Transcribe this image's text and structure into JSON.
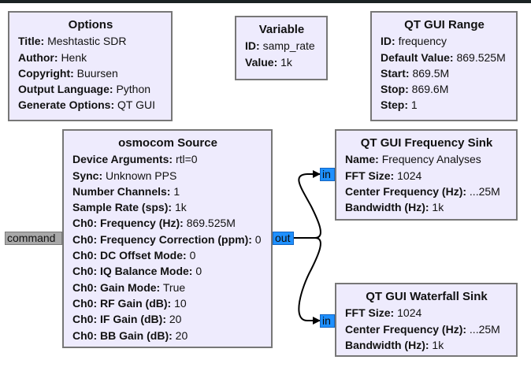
{
  "blocks": {
    "options": {
      "title": "Options",
      "params": [
        {
          "key": "Title:",
          "value": "Meshtastic SDR"
        },
        {
          "key": "Author:",
          "value": "Henk"
        },
        {
          "key": "Copyright:",
          "value": "Buursen"
        },
        {
          "key": "Output Language:",
          "value": "Python"
        },
        {
          "key": "Generate Options:",
          "value": "QT GUI"
        }
      ]
    },
    "variable": {
      "title": "Variable",
      "params": [
        {
          "key": "ID:",
          "value": "samp_rate"
        },
        {
          "key": "Value:",
          "value": "1k"
        }
      ]
    },
    "range": {
      "title": "QT GUI Range",
      "params": [
        {
          "key": "ID:",
          "value": "frequency"
        },
        {
          "key": "Default Value:",
          "value": "869.525M"
        },
        {
          "key": "Start:",
          "value": "869.5M"
        },
        {
          "key": "Stop:",
          "value": "869.6M"
        },
        {
          "key": "Step:",
          "value": "1"
        }
      ]
    },
    "osmocom": {
      "title": "osmocom Source",
      "params": [
        {
          "key": "Device Arguments:",
          "value": "rtl=0"
        },
        {
          "key": "Sync:",
          "value": "Unknown PPS"
        },
        {
          "key": "Number Channels:",
          "value": "1"
        },
        {
          "key": "Sample Rate (sps):",
          "value": "1k"
        },
        {
          "key": "Ch0: Frequency (Hz):",
          "value": "869.525M"
        },
        {
          "key": "Ch0: Frequency Correction (ppm):",
          "value": "0"
        },
        {
          "key": "Ch0: DC Offset Mode:",
          "value": "0"
        },
        {
          "key": "Ch0: IQ Balance Mode:",
          "value": "0"
        },
        {
          "key": "Ch0: Gain Mode:",
          "value": "True"
        },
        {
          "key": "Ch0: RF Gain (dB):",
          "value": "10"
        },
        {
          "key": "Ch0: IF Gain (dB):",
          "value": "20"
        },
        {
          "key": "Ch0: BB Gain (dB):",
          "value": "20"
        }
      ],
      "ports": {
        "in": "command",
        "out": "out"
      }
    },
    "freq_sink": {
      "title": "QT GUI Frequency Sink",
      "params": [
        {
          "key": "Name:",
          "value": "Frequency Analyses"
        },
        {
          "key": "FFT Size:",
          "value": "1024"
        },
        {
          "key": "Center Frequency (Hz):",
          "value": "...25M"
        },
        {
          "key": "Bandwidth (Hz):",
          "value": "1k"
        }
      ],
      "ports": {
        "in": "in"
      }
    },
    "waterfall_sink": {
      "title": "QT GUI Waterfall Sink",
      "params": [
        {
          "key": "FFT Size:",
          "value": "1024"
        },
        {
          "key": "Center Frequency (Hz):",
          "value": "...25M"
        },
        {
          "key": "Bandwidth (Hz):",
          "value": "1k"
        }
      ],
      "ports": {
        "in": "in"
      }
    }
  },
  "connections": [
    {
      "from": "osmocom.out",
      "to": "freq_sink.in"
    },
    {
      "from": "osmocom.out",
      "to": "waterfall_sink.in"
    }
  ],
  "colors": {
    "block_bg": "#eeebfd",
    "block_border": "#777777",
    "port_stream": "#1e90ff",
    "port_message": "#a8a8a8",
    "wire": "#000000"
  }
}
